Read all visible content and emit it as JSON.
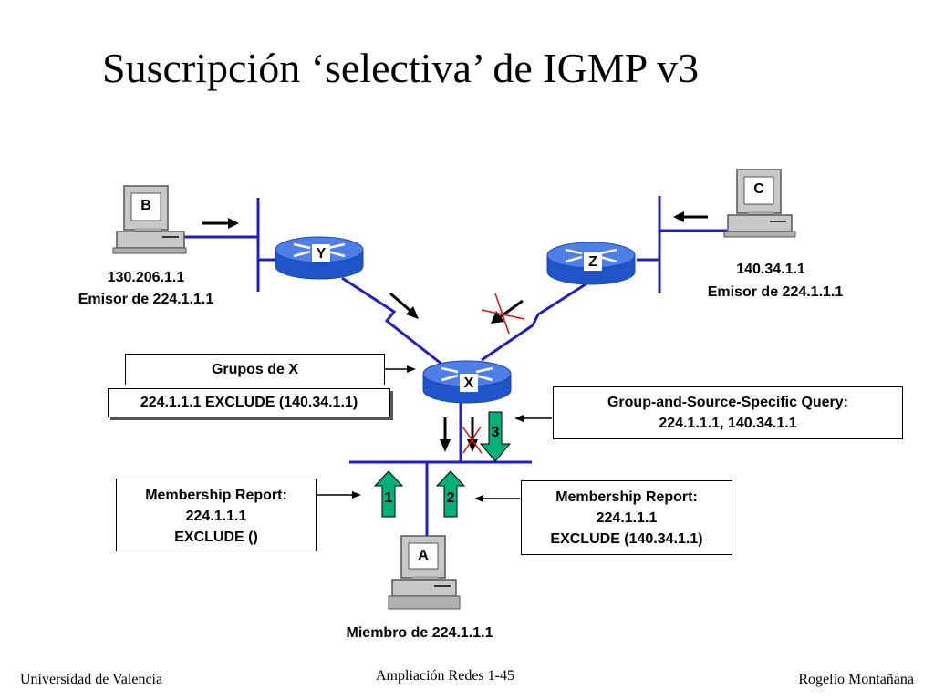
{
  "title": "Suscripción ‘selectiva’ de IGMP v3",
  "hosts": {
    "B": {
      "letter": "B",
      "ip": "130.206.1.1",
      "role": "Emisor de 224.1.1.1"
    },
    "C": {
      "letter": "C",
      "ip": "140.34.1.1",
      "role": "Emisor de 224.1.1.1"
    },
    "A": {
      "letter": "A",
      "role": "Miembro de 224.1.1.1"
    }
  },
  "routers": {
    "X": "X",
    "Y": "Y",
    "Z": "Z"
  },
  "groups_box": {
    "title": "Grupos de X",
    "entry": "224.1.1.1 EXCLUDE (140.34.1.1)"
  },
  "query_box": {
    "line1": "Group-and-Source-Specific Query:",
    "line2": "224.1.1.1, 140.34.1.1"
  },
  "report1": {
    "line1": "Membership Report:",
    "line2": "224.1.1.1",
    "line3": "EXCLUDE ()"
  },
  "report2": {
    "line1": "Membership Report:",
    "line2": "224.1.1.1",
    "line3": "EXCLUDE (140.34.1.1)"
  },
  "steps": {
    "s1": "1",
    "s2": "2",
    "s3": "3"
  },
  "footer": {
    "left": "Universidad de Valencia",
    "center": "Ampliación Redes 1-45",
    "right": "Rogelio Montañana"
  },
  "colors": {
    "link": "#2020c0",
    "router_top": "#4d7fe6",
    "router_side": "#1f55c8",
    "step_arrow": "#00b07a",
    "cross": "#e01010"
  }
}
